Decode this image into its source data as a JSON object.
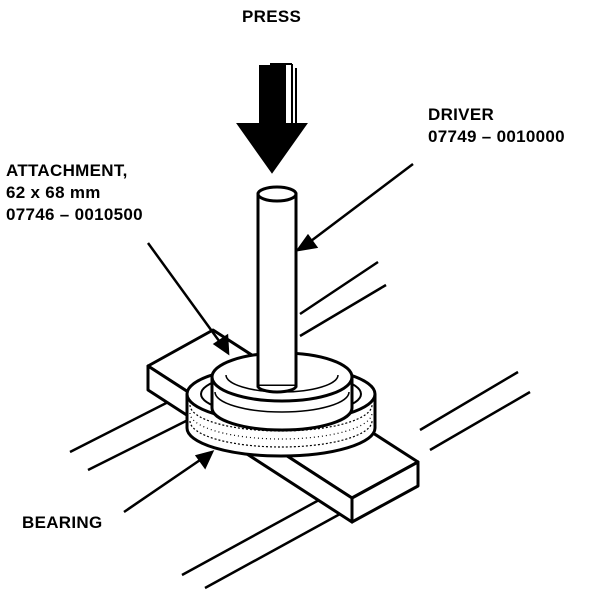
{
  "labels": {
    "press": "PRESS",
    "driver": {
      "title": "DRIVER",
      "part": "07749 – 0010000"
    },
    "attachment": {
      "title": "ATTACHMENT,",
      "size": "62 x 68 mm",
      "part": "07746 – 0010500"
    },
    "bearing": "BEARING"
  },
  "colors": {
    "ink": "#000000",
    "paper": "#ffffff"
  }
}
